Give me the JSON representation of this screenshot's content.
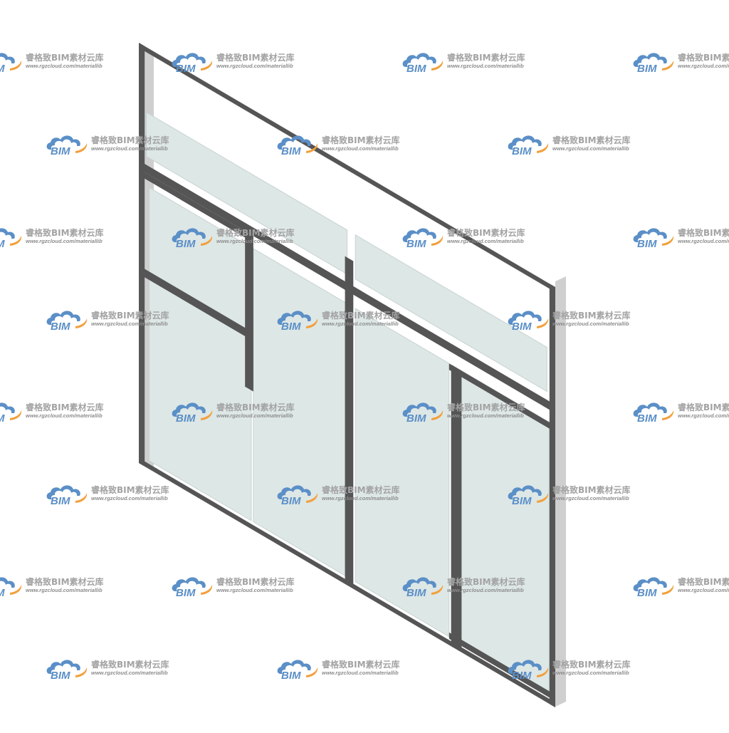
{
  "image": {
    "subject": "curtain-wall-window",
    "colors": {
      "frame": "#555555",
      "frame_side": "#cfcfcf",
      "glass": "#dde7e6",
      "glass_edge": "#c6d2d1",
      "background": "#ffffff"
    }
  },
  "watermark": {
    "title": "睿格致BIM素材云库",
    "url": "www.rgzcloud.com/materiallib",
    "logo_text": "BIM",
    "colors": {
      "cloud": "#5b8fc7",
      "swoosh": "#f2a03d",
      "text": "#a3a3a3"
    }
  }
}
